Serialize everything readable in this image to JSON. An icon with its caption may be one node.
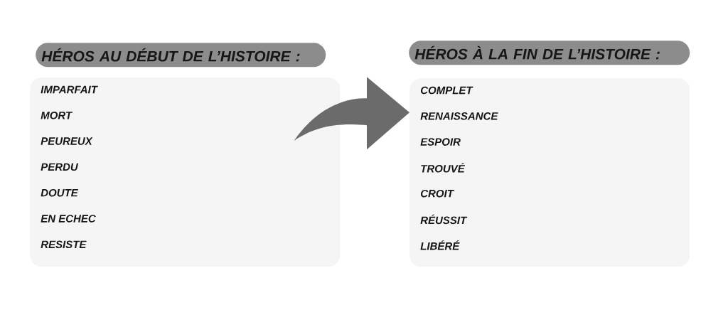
{
  "diagram": {
    "nodes": [
      {
        "text": [
          "HÉROS AU DÉBUT DE L’HISTOIRE :"
        ]
      },
      {
        "text": [
          "IMPARFAIT",
          "MORT",
          "PEUREUX",
          "PERDU",
          "DOUTE",
          "EN ECHEC",
          "RESISTE"
        ]
      },
      {
        "text": [
          "HÉROS À LA FIN DE L’HISTOIRE :"
        ]
      },
      {
        "text": [
          "COMPLET",
          "RENAISSANCE",
          "ESPOIR",
          "TROUVÉ",
          "CROIT",
          "RÉUSSIT",
          "LIBÉRÉ"
        ]
      }
    ],
    "edges": [
      {
        "from": 1,
        "to": 3,
        "arrow": "to"
      }
    ]
  }
}
